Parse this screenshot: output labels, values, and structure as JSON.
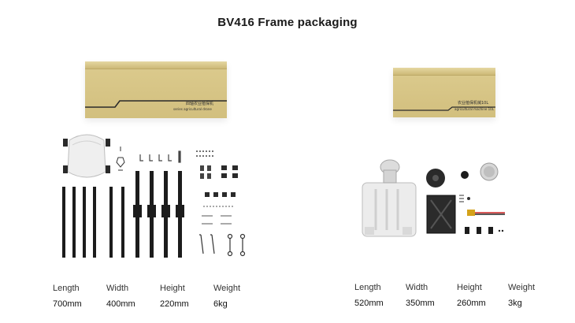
{
  "title": "BV416 Frame packaging",
  "box_left": {
    "label_line1": "四轴农业植保机",
    "label_line2": "series agricultural drone"
  },
  "box_right": {
    "label_line1": "农业植保机械10L",
    "label_line2": "agricultural machine 10L"
  },
  "specs_left": [
    {
      "label": "Length",
      "value": "700mm"
    },
    {
      "label": "Width",
      "value": "400mm"
    },
    {
      "label": "Height",
      "value": "220mm"
    },
    {
      "label": "Weight",
      "value": "6kg"
    }
  ],
  "specs_right": [
    {
      "label": "Length",
      "value": "520mm"
    },
    {
      "label": "Width",
      "value": "350mm"
    },
    {
      "label": "Height",
      "value": "260mm"
    },
    {
      "label": "Weight",
      "value": "3kg"
    }
  ],
  "colors": {
    "box": "#d6c484",
    "tube": "#1c1c1c",
    "part_white": "#e8e8e8"
  }
}
